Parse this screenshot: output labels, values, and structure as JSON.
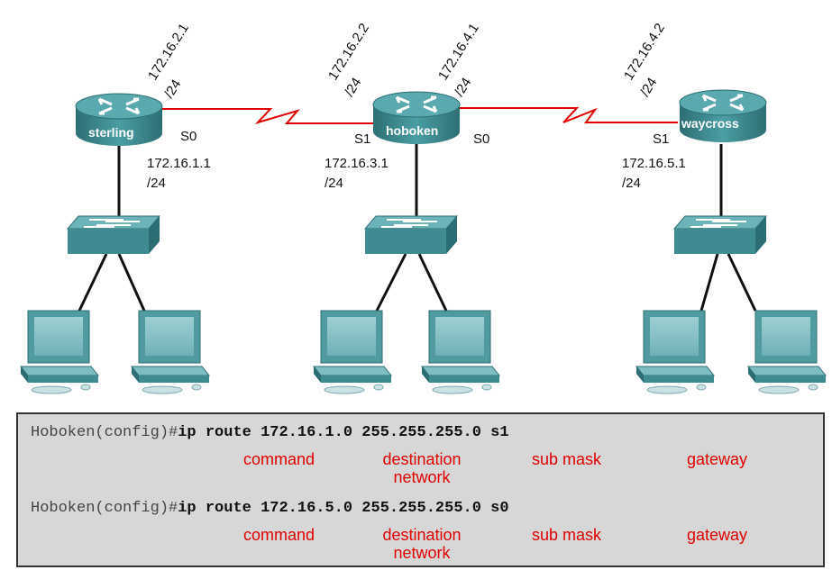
{
  "routers": [
    {
      "name": "sterling"
    },
    {
      "name": "hoboken"
    },
    {
      "name": "waycross"
    }
  ],
  "links": [
    {
      "left_ip": "172.16.2.1",
      "left_mask": "/24",
      "right_ip": "172.16.2.2",
      "right_mask": "/24"
    },
    {
      "left_ip": "172.16.4.1",
      "left_mask": "/24",
      "right_ip": "172.16.4.2",
      "right_mask": "/24"
    }
  ],
  "interfaces": {
    "sterling_s0": "S0",
    "hoboken_s1": "S1",
    "hoboken_s0": "S0",
    "waycross_s1": "S1"
  },
  "lan_addresses": [
    {
      "ip": "172.16.1.1",
      "mask": "/24"
    },
    {
      "ip": "172.16.3.1",
      "mask": "/24"
    },
    {
      "ip": "172.16.5.1",
      "mask": "/24"
    }
  ],
  "commands": [
    {
      "prompt": "Hoboken(config)#",
      "keyword": "ip route",
      "network": "172.16.1.0",
      "mask": "255.255.255.0",
      "gateway": "s1"
    },
    {
      "prompt": "Hoboken(config)#",
      "keyword": "ip route",
      "network": "172.16.5.0",
      "mask": "255.255.255.0",
      "gateway": "s0"
    }
  ],
  "annotations": {
    "command": "command",
    "destination": "destination",
    "network": "network",
    "sub_mask": "sub mask",
    "gateway": "gateway"
  },
  "colors": {
    "device": "#3f8f94",
    "serial_link": "#e00000",
    "annotation": "#e00000",
    "cmd_background": "#d7d7d7"
  }
}
